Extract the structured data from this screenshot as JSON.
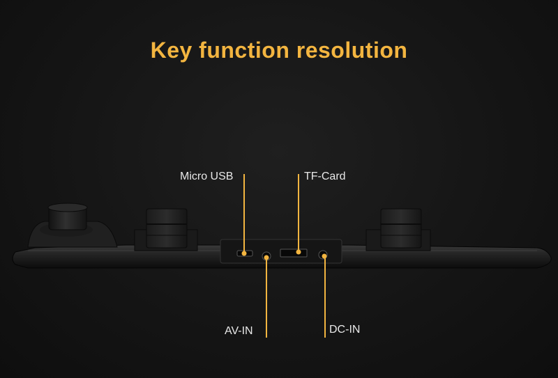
{
  "title": "Key function resolution",
  "colors": {
    "accent": "#f3b540",
    "label": "#e8e8e8",
    "background": "#141414"
  },
  "callouts": {
    "micro_usb": "Micro USB",
    "tf_card": "TF-Card",
    "av_in": "AV-IN",
    "dc_in": "DC-IN"
  }
}
